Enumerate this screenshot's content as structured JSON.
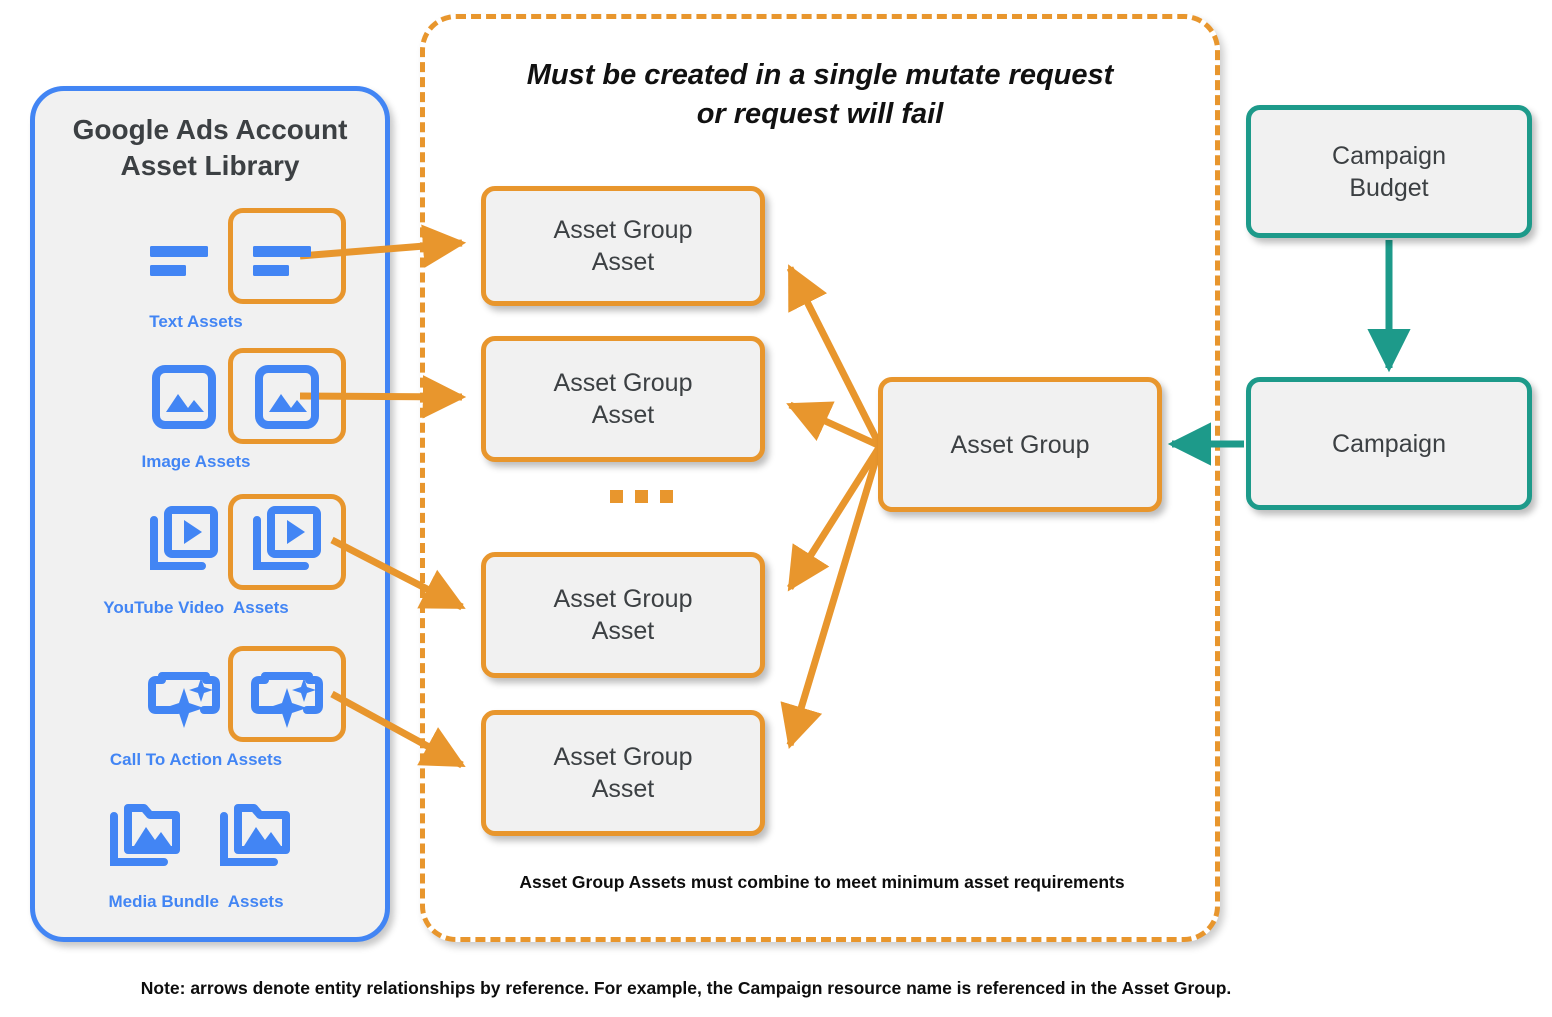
{
  "colors": {
    "orange": "#e8962d",
    "blue": "#4285f4",
    "teal": "#1d9a8a",
    "box_fill": "#f1f1f1",
    "text_dark": "#3c4043"
  },
  "library": {
    "title": "Google Ads Account\nAsset Library",
    "title_line1": "Google Ads Account",
    "title_line2": "Asset Library",
    "assets": [
      {
        "label": "Text Assets",
        "icon": "text-asset-icon"
      },
      {
        "label": "Image Assets",
        "icon": "image-asset-icon"
      },
      {
        "label": "YouTube Video  Assets",
        "icon": "youtube-video-asset-icon"
      },
      {
        "label": "Call To Action Assets",
        "icon": "call-to-action-asset-icon"
      },
      {
        "label": "Media Bundle  Assets",
        "icon": "media-bundle-asset-icon"
      }
    ]
  },
  "mutate_group": {
    "title_line1": "Must be created in a single mutate request",
    "title_line2": "or request will fail",
    "footnote": "Asset Group Assets must combine to meet minimum asset requirements",
    "asset_group_assets": [
      {
        "line1": "Asset Group",
        "line2": "Asset"
      },
      {
        "line1": "Asset Group",
        "line2": "Asset"
      },
      {
        "line1": "Asset Group",
        "line2": "Asset"
      },
      {
        "line1": "Asset Group",
        "line2": "Asset"
      }
    ],
    "ellipsis": "..."
  },
  "nodes": {
    "asset_group": "Asset Group",
    "campaign_budget_line1": "Campaign",
    "campaign_budget_line2": "Budget",
    "campaign": "Campaign"
  },
  "page_note": "Note: arrows denote entity relationships by reference. For example, the Campaign resource name is referenced in the Asset Group."
}
